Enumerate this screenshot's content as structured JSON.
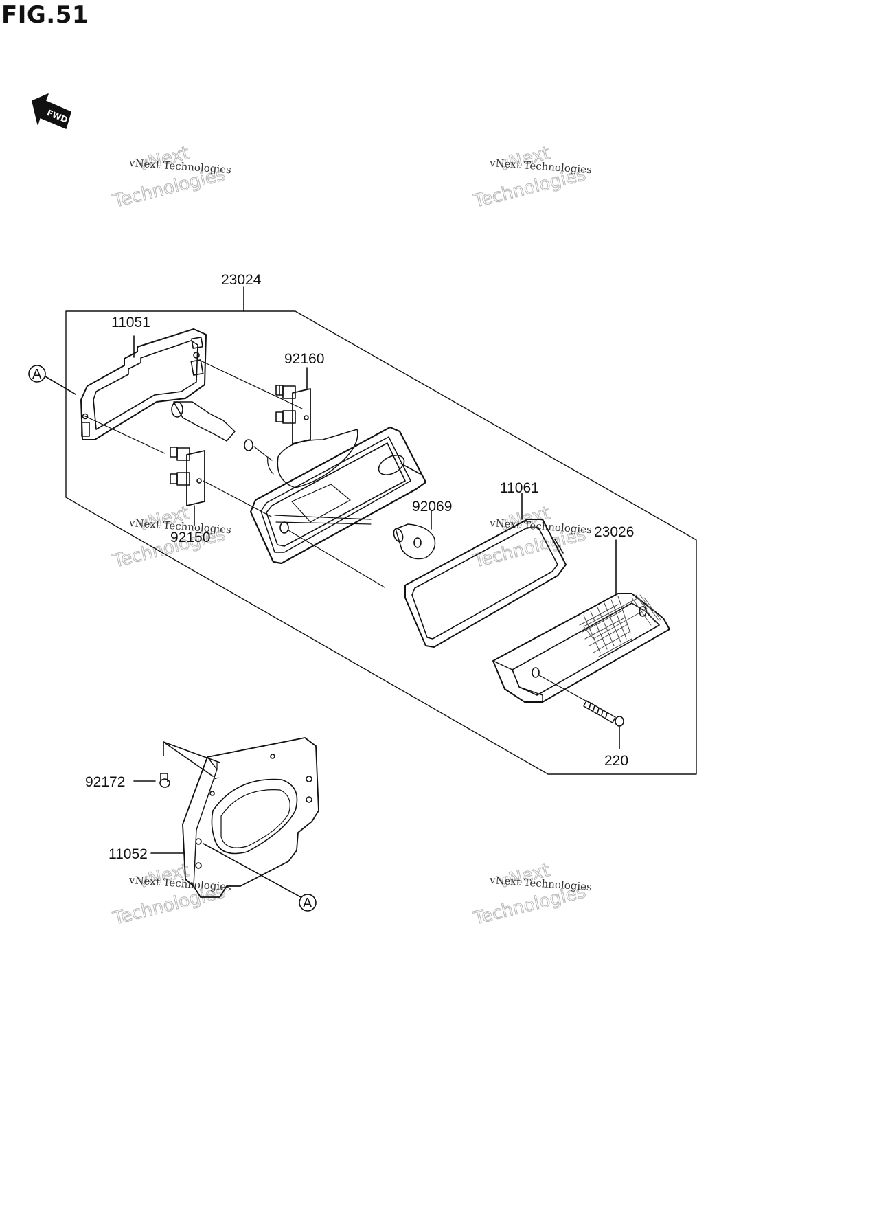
{
  "figure": {
    "title": "FIG.51",
    "direction_label": "FWD"
  },
  "watermark": {
    "line1": "vNext Technologies",
    "line2": "vNext",
    "line3": "Technologies"
  },
  "callouts": {
    "assembly": "23024",
    "gasket_rear": "11051",
    "socket_upper": "92160",
    "socket_lower": "92150",
    "bulb": "92069",
    "gasket_lens": "11061",
    "lens": "23026",
    "screw": "220",
    "bracket_screw": "92172",
    "bracket": "11052"
  },
  "reference_marker": "A"
}
